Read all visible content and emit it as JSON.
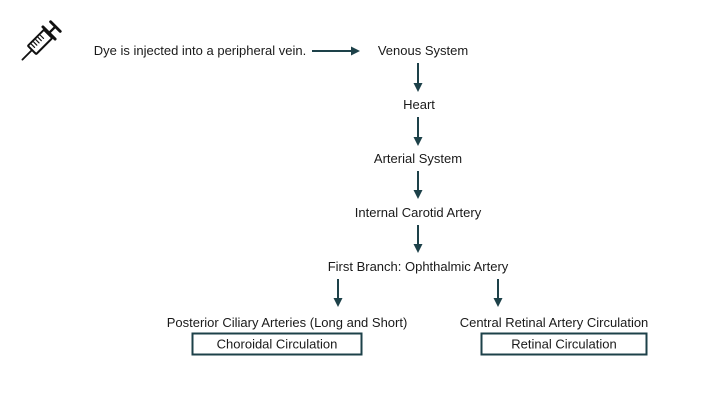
{
  "diagram": {
    "title_hint": "Fluorescein dye circulation flowchart",
    "accent_color": "#1d4149",
    "text_color": "#1a1a1a",
    "background_color": "#ffffff",
    "icon": "syringe-icon",
    "nodes": [
      {
        "id": "dye",
        "label": "Dye is injected into a peripheral vein.",
        "boxed": false
      },
      {
        "id": "venous",
        "label": "Venous System",
        "boxed": false
      },
      {
        "id": "heart",
        "label": "Heart",
        "boxed": false
      },
      {
        "id": "arterial",
        "label": "Arterial System",
        "boxed": false
      },
      {
        "id": "carotid",
        "label": "Internal Carotid Artery",
        "boxed": false
      },
      {
        "id": "ophthalmic",
        "label": "First Branch: Ophthalmic Artery",
        "boxed": false
      },
      {
        "id": "posterior_ciliary",
        "label": "Posterior Ciliary Arteries (Long and Short)",
        "boxed": false
      },
      {
        "id": "choroidal",
        "label": "Choroidal Circulation",
        "boxed": true
      },
      {
        "id": "central_retinal",
        "label": "Central Retinal Artery Circulation",
        "boxed": false
      },
      {
        "id": "retinal",
        "label": "Retinal Circulation",
        "boxed": true
      }
    ],
    "edges": [
      {
        "from": "dye",
        "to": "venous"
      },
      {
        "from": "venous",
        "to": "heart"
      },
      {
        "from": "heart",
        "to": "arterial"
      },
      {
        "from": "arterial",
        "to": "carotid"
      },
      {
        "from": "carotid",
        "to": "ophthalmic"
      },
      {
        "from": "ophthalmic",
        "to": "posterior_ciliary"
      },
      {
        "from": "ophthalmic",
        "to": "central_retinal"
      }
    ]
  }
}
